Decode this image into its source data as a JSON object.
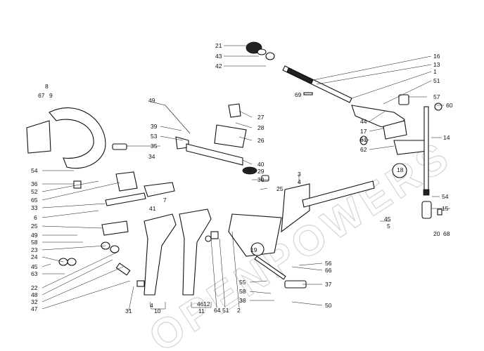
{
  "watermark": "OPENPOWERS",
  "labels": [
    {
      "id": "21",
      "t": "21"
    },
    {
      "id": "43",
      "t": "43"
    },
    {
      "id": "42",
      "t": "42"
    },
    {
      "id": "16",
      "t": "16"
    },
    {
      "id": "13",
      "t": "13"
    },
    {
      "id": "1",
      "t": "1"
    },
    {
      "id": "51a",
      "t": "51"
    },
    {
      "id": "69",
      "t": "69"
    },
    {
      "id": "57",
      "t": "57"
    },
    {
      "id": "60",
      "t": "60"
    },
    {
      "id": "8",
      "t": "8"
    },
    {
      "id": "67",
      "t": "67"
    },
    {
      "id": "9",
      "t": "9"
    },
    {
      "id": "49a",
      "t": "49"
    },
    {
      "id": "27",
      "t": "27"
    },
    {
      "id": "28",
      "t": "28"
    },
    {
      "id": "26",
      "t": "26"
    },
    {
      "id": "44",
      "t": "44"
    },
    {
      "id": "17",
      "t": "17"
    },
    {
      "id": "61",
      "t": "61"
    },
    {
      "id": "62",
      "t": "62"
    },
    {
      "id": "14",
      "t": "14"
    },
    {
      "id": "39",
      "t": "39"
    },
    {
      "id": "53",
      "t": "53"
    },
    {
      "id": "35",
      "t": "35"
    },
    {
      "id": "34",
      "t": "34"
    },
    {
      "id": "40",
      "t": "40"
    },
    {
      "id": "29",
      "t": "29"
    },
    {
      "id": "30",
      "t": "30"
    },
    {
      "id": "18",
      "t": "18"
    },
    {
      "id": "54a",
      "t": "54"
    },
    {
      "id": "36",
      "t": "36"
    },
    {
      "id": "52",
      "t": "52"
    },
    {
      "id": "65",
      "t": "65"
    },
    {
      "id": "33",
      "t": "33"
    },
    {
      "id": "6",
      "t": "6"
    },
    {
      "id": "41",
      "t": "41"
    },
    {
      "id": "7",
      "t": "7"
    },
    {
      "id": "25a",
      "t": "25"
    },
    {
      "id": "3",
      "t": "3"
    },
    {
      "id": "4a",
      "t": "4"
    },
    {
      "id": "54b",
      "t": "54"
    },
    {
      "id": "15",
      "t": "15"
    },
    {
      "id": "45a",
      "t": "45"
    },
    {
      "id": "5",
      "t": "5"
    },
    {
      "id": "20",
      "t": "20"
    },
    {
      "id": "68",
      "t": "68"
    },
    {
      "id": "25b",
      "t": "25"
    },
    {
      "id": "49b",
      "t": "49"
    },
    {
      "id": "58a",
      "t": "58"
    },
    {
      "id": "23",
      "t": "23"
    },
    {
      "id": "24",
      "t": "24"
    },
    {
      "id": "45b",
      "t": "45"
    },
    {
      "id": "63",
      "t": "63"
    },
    {
      "id": "22",
      "t": "22"
    },
    {
      "id": "48",
      "t": "48"
    },
    {
      "id": "32",
      "t": "32"
    },
    {
      "id": "47",
      "t": "47"
    },
    {
      "id": "31",
      "t": "31"
    },
    {
      "id": "4b",
      "t": "4"
    },
    {
      "id": "10",
      "t": "10"
    },
    {
      "id": "46",
      "t": "46"
    },
    {
      "id": "12",
      "t": "12"
    },
    {
      "id": "11",
      "t": "11"
    },
    {
      "id": "64",
      "t": "64"
    },
    {
      "id": "51b",
      "t": "51"
    },
    {
      "id": "2",
      "t": "2"
    },
    {
      "id": "19",
      "t": "19"
    },
    {
      "id": "56",
      "t": "56"
    },
    {
      "id": "66",
      "t": "66"
    },
    {
      "id": "55",
      "t": "55"
    },
    {
      "id": "37",
      "t": "37"
    },
    {
      "id": "58b",
      "t": "58"
    },
    {
      "id": "38",
      "t": "38"
    },
    {
      "id": "50",
      "t": "50"
    }
  ]
}
